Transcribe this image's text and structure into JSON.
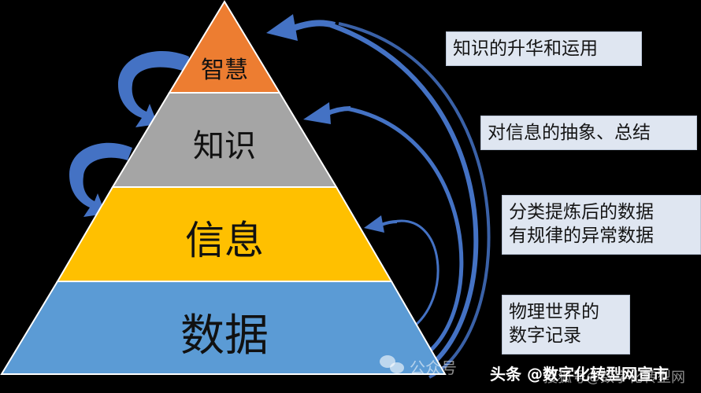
{
  "pyramid": {
    "layers": [
      {
        "label": "智慧",
        "color": "#ed7d31",
        "level": "top"
      },
      {
        "label": "知识",
        "color": "#a5a5a5",
        "level": "second"
      },
      {
        "label": "信息",
        "color": "#ffc000",
        "level": "third"
      },
      {
        "label": "数据",
        "color": "#5b9bd5",
        "level": "base"
      }
    ],
    "arrow_color": "#4472c4"
  },
  "descriptions": [
    {
      "text": "知识的升华和运用",
      "for": "智慧"
    },
    {
      "text": "对信息的抽象、总结",
      "for": "知识"
    },
    {
      "text": "分类提炼后的数据\n有规律的异常数据",
      "for": "信息"
    },
    {
      "text": "物理世界的\n数字记录",
      "for": "数据"
    }
  ],
  "watermarks": {
    "wechat": "公众号",
    "toutiao": "头条 @数字化转型网宣市",
    "sohu": "搜狐号@数字化转型网"
  }
}
